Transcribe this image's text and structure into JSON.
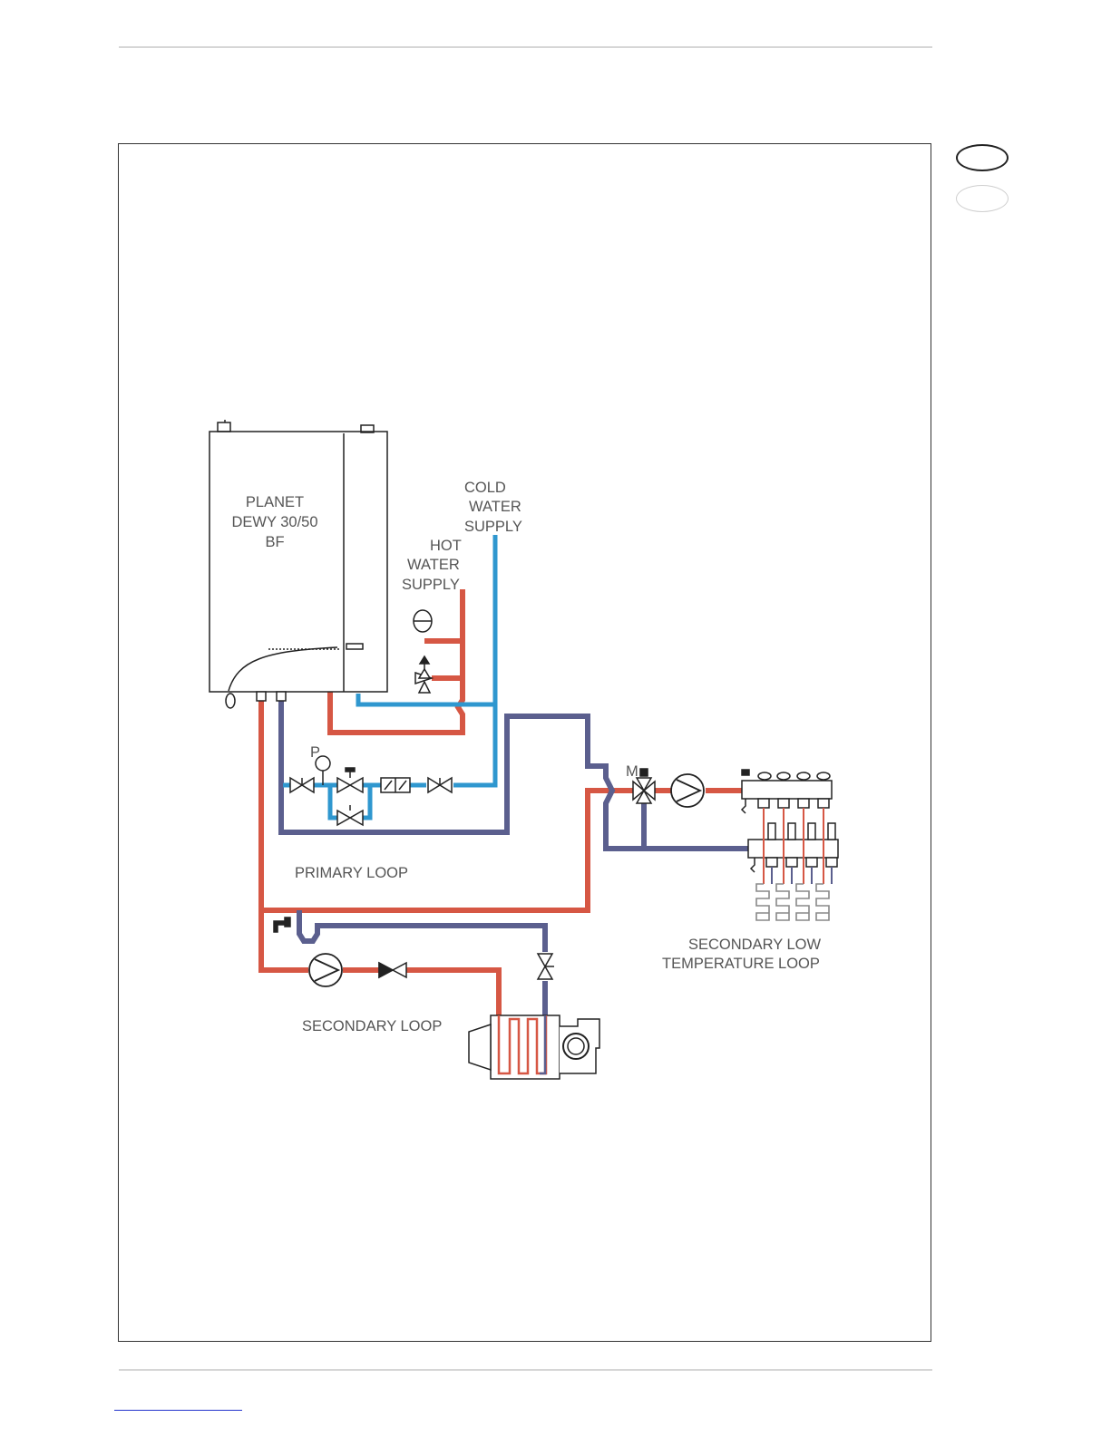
{
  "diagram": {
    "boiler_label": [
      "PLANET",
      "DEWY 30/50",
      "BF"
    ],
    "cold_water_label": [
      "COLD",
      "WATER",
      "SUPPLY"
    ],
    "hot_water_label": [
      "HOT",
      "WATER",
      "SUPPLY"
    ],
    "primary_loop_label": "PRIMARY LOOP",
    "secondary_loop_label": "SECONDARY LOOP",
    "secondary_low_temp_label": [
      "SECONDARY LOW",
      "TEMPERATURE LOOP"
    ],
    "pressure_gauge_letter": "P",
    "mixing_valve_letter": "M"
  },
  "colors": {
    "hot_pipe": "#d65744",
    "return_pipe": "#5b5f8e",
    "cold_pipe": "#2f97cf",
    "outline": "#222222"
  }
}
